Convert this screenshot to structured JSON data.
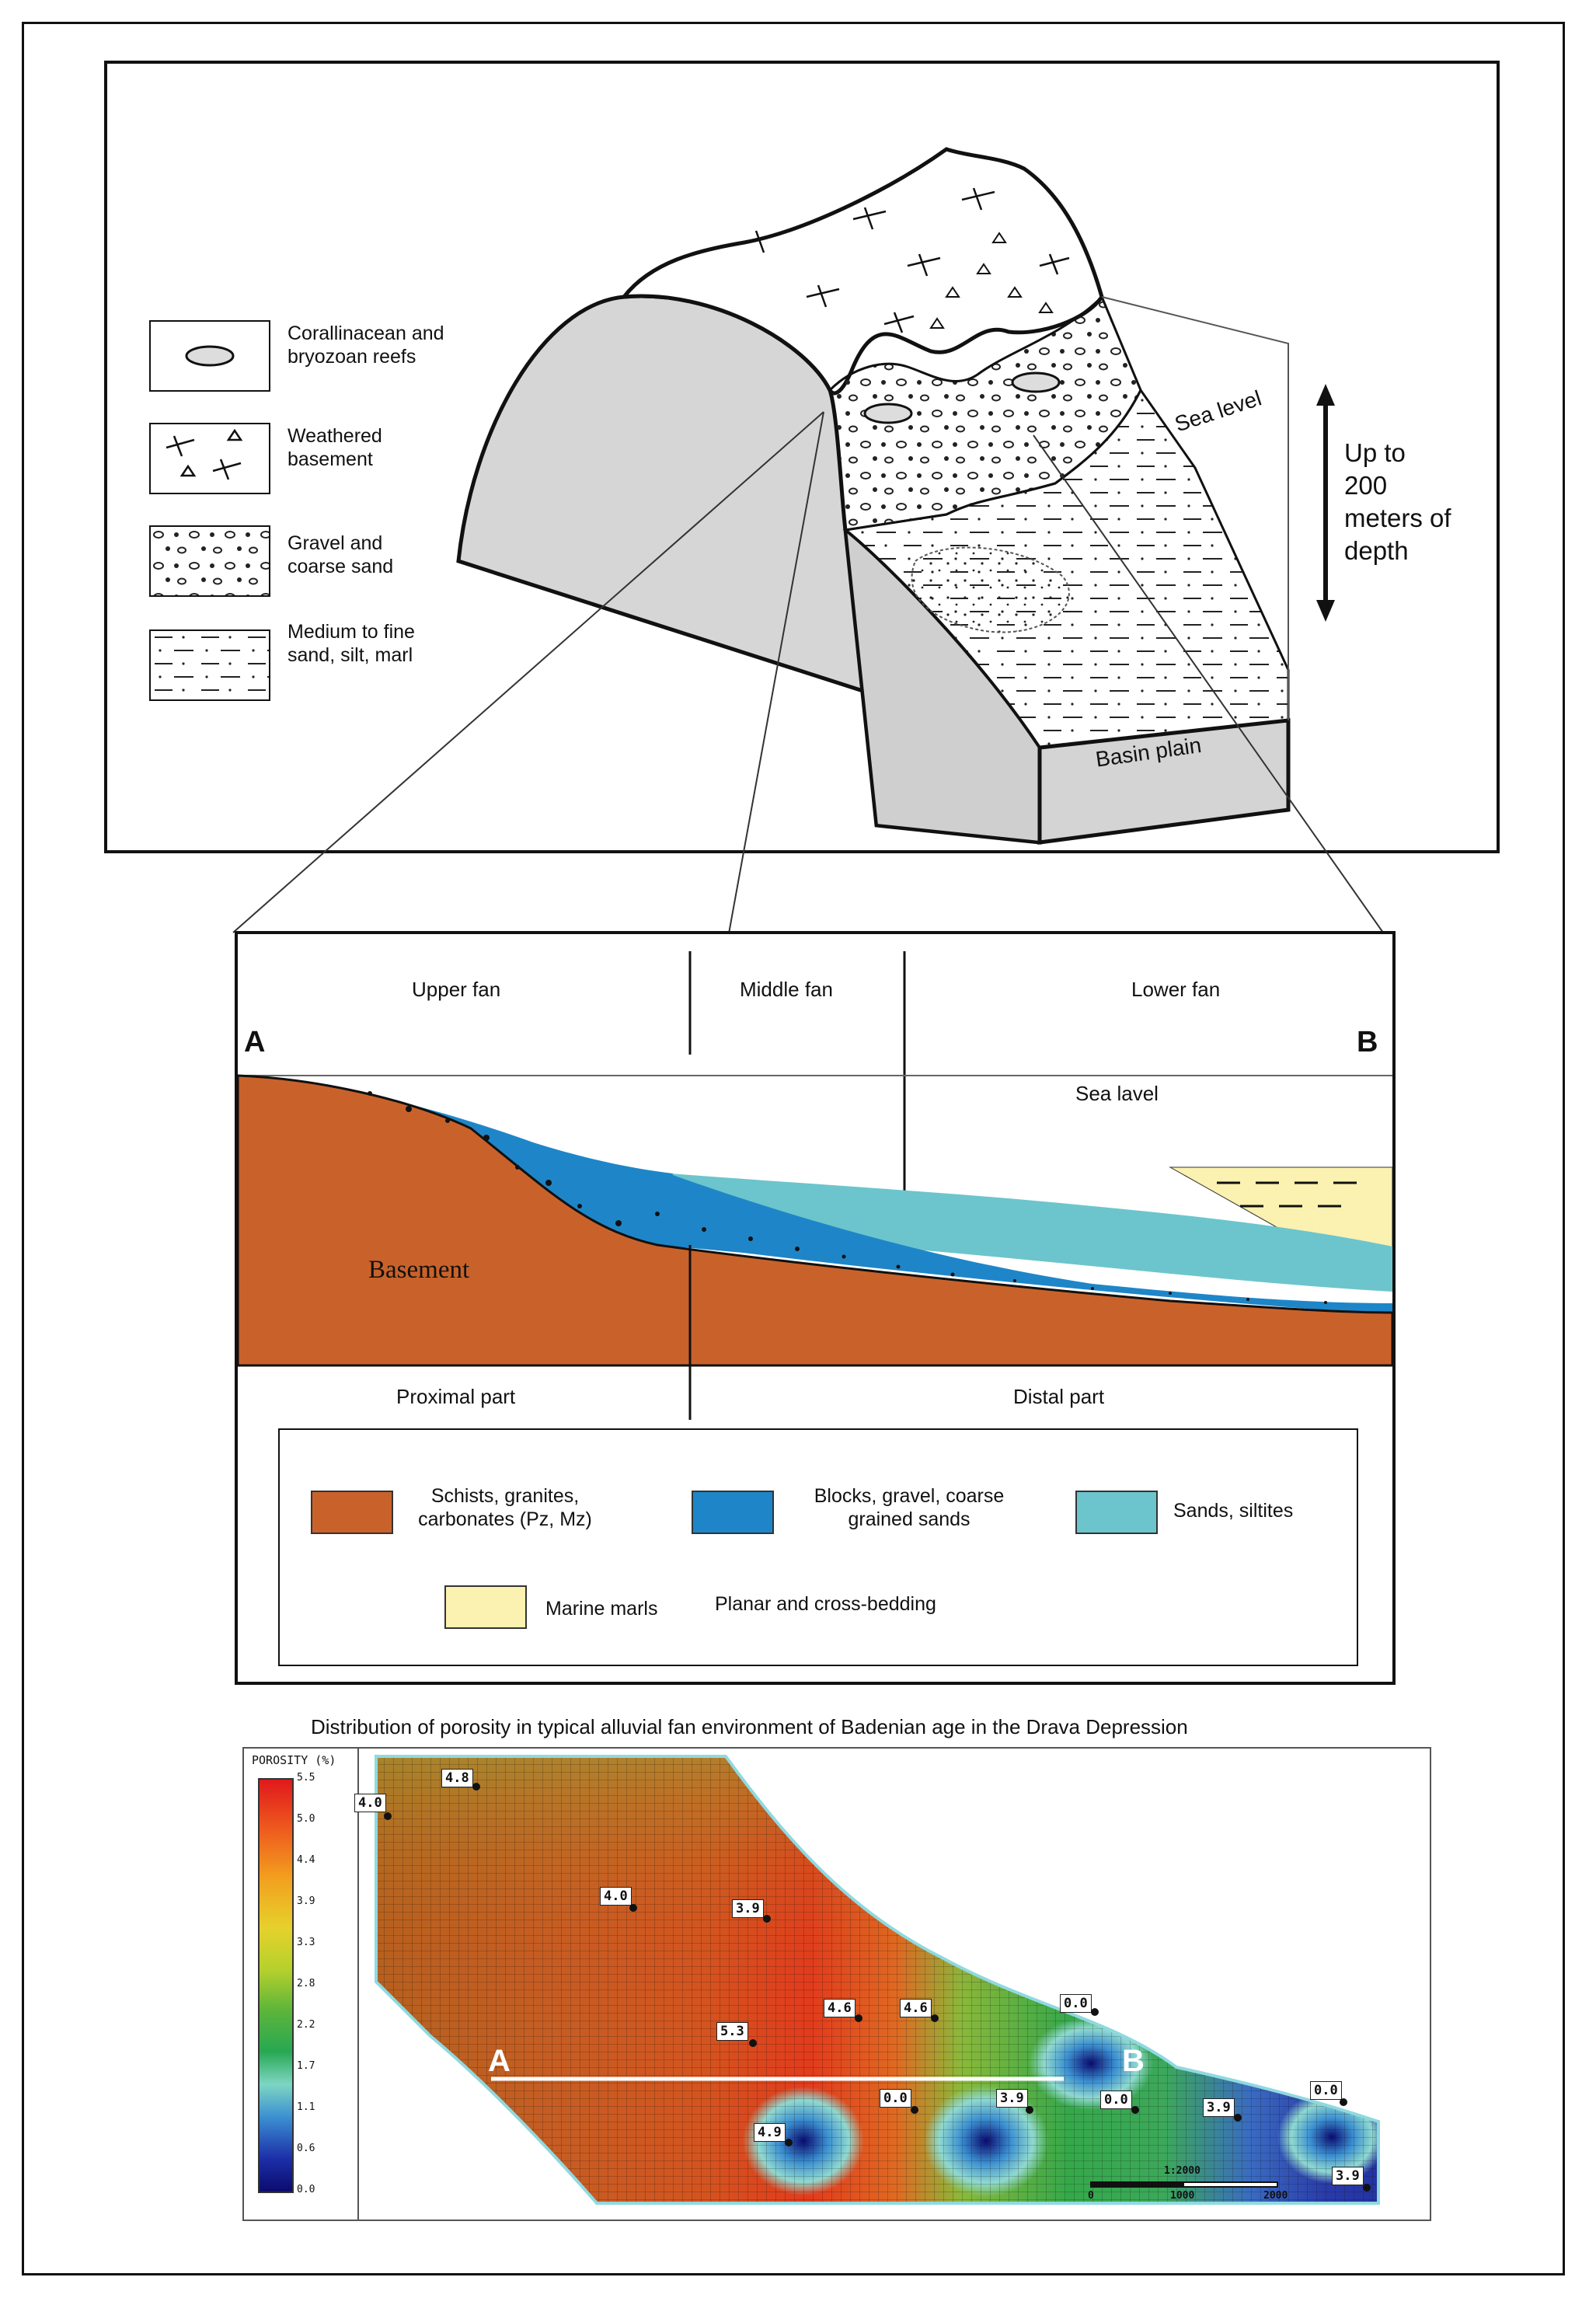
{
  "block_diagram": {
    "legend": [
      {
        "key": "reefs",
        "label": "Corallinacean and bryozoan reefs"
      },
      {
        "key": "weathered",
        "label": "Weathered basement"
      },
      {
        "key": "gravel",
        "label": "Gravel and coarse sand"
      },
      {
        "key": "fine",
        "label": "Medium to fine sand, silt, marl"
      }
    ],
    "sea_level": "Sea level",
    "basin_plain": "Basin plain",
    "depth_note_lines": [
      "Up to",
      "200",
      "meters of",
      "depth"
    ]
  },
  "cross_section": {
    "zones": {
      "upper": "Upper fan",
      "middle": "Middle fan",
      "lower": "Lower fan"
    },
    "point_a": "A",
    "point_b": "B",
    "sea_lavel": "Sea lavel",
    "basement": "Basement",
    "proximal": "Proximal part",
    "distal": "Distal part",
    "legend": {
      "schists": "Schists, granites, carbonates (Pz, Mz)",
      "blocks": "Blocks, gravel, coarse grained sands",
      "sands": "Sands, siltites",
      "marls": "Marine marls",
      "bedding": "Planar and cross-bedding"
    },
    "colors": {
      "basement": "#c9622a",
      "coarse": "#1e86c8",
      "sands": "#6cc5cc",
      "marls": "#fbf1b0"
    }
  },
  "porosity_map": {
    "title": "Distribution of porosity in typical alluvial fan environment of Badenian age in the Drava Depression",
    "colorbar_title": "POROSITY (%)",
    "colorbar_ticks": [
      "5.5",
      "5.0",
      "4.4",
      "3.9",
      "3.3",
      "2.8",
      "2.2",
      "1.7",
      "1.1",
      "0.6",
      "0.0"
    ],
    "label_a": "A",
    "label_b": "B",
    "values": [
      "4.0",
      "4.8",
      "4.0",
      "3.9",
      "5.3",
      "4.6",
      "4.6",
      "0.0",
      "4.9",
      "0.0",
      "3.9",
      "0.0",
      "3.9",
      "0.0",
      "3.9"
    ],
    "scale_ratio": "1:2000",
    "scale_ticks": [
      "0",
      "1000",
      "2000"
    ]
  }
}
